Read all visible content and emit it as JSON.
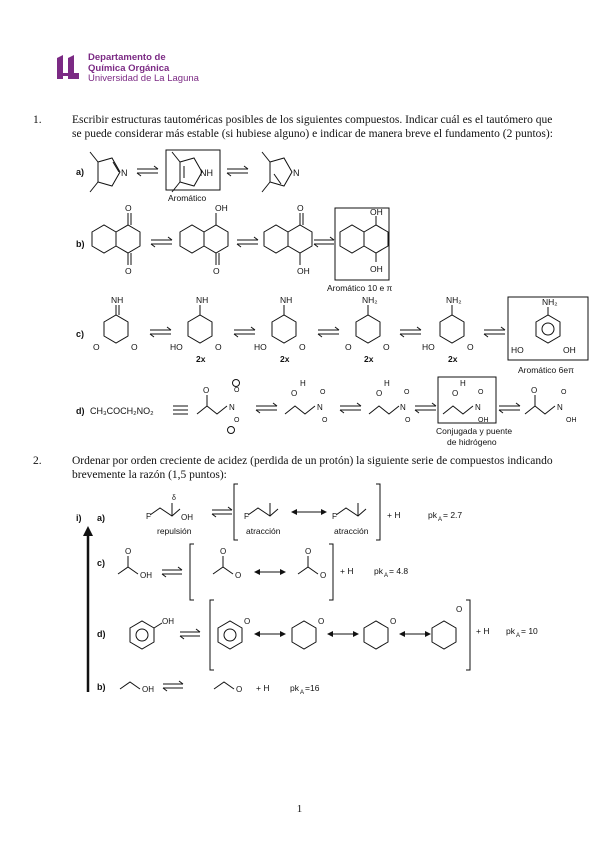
{
  "header": {
    "line1": "Departamento de",
    "line2": "Química Orgánica",
    "line3": "Universidad de La Laguna"
  },
  "questions": [
    {
      "number": "1.",
      "text": "Escribir estructuras tautoméricas posibles de los siguientes compuestos. Indicar cuál es el tautómero que se puede considerar más estable (si hubiese alguno) e indicar de manera breve el fundamento (2 puntos):"
    },
    {
      "number": "2.",
      "text": "Ordenar por orden creciente de acidez (perdida de un protón) la siguiente serie de compuestos indicando brevemente la razón (1,5 puntos):"
    }
  ],
  "q1": {
    "a": {
      "label": "a)",
      "nh": "NH",
      "n": "N",
      "caption": "Aromático"
    },
    "b": {
      "label": "b)",
      "caption": "Aromático 10 e π",
      "oh": "OH"
    },
    "c": {
      "label": "c)",
      "nh": "NH",
      "nh2": "NH₂",
      "ho": "HO",
      "oh": "OH",
      "mult": "2x",
      "caption": "Aromático 6eπ"
    },
    "d": {
      "label": "d)",
      "formula": "CH₃COCH₂NO₂",
      "h": "H",
      "oh": "OH",
      "caption1": "Conjugada y puente",
      "caption2": "de hidrógeno"
    }
  },
  "q2": {
    "order_label": "i)",
    "a": {
      "label": "a)",
      "f": "F",
      "oh": "OH",
      "delta": "δ",
      "repulsion": "repulsión",
      "attraction": "atracción",
      "proton": "+ H",
      "pka": "pk",
      "pka_value": "= 2.7"
    },
    "c": {
      "label": "c)",
      "oh": "OH",
      "proton": "+ H",
      "pka": "pk",
      "pka_value": "= 4.8"
    },
    "d": {
      "label": "d)",
      "oh": "OH",
      "proton": "+ H",
      "pka": "pk",
      "pka_value": "= 10"
    },
    "b": {
      "label": "b)",
      "oh": "OH",
      "proton": "+ H",
      "pka": "pk",
      "pka_value": "=16"
    },
    "pka_sub": "A"
  },
  "page_number": "1"
}
